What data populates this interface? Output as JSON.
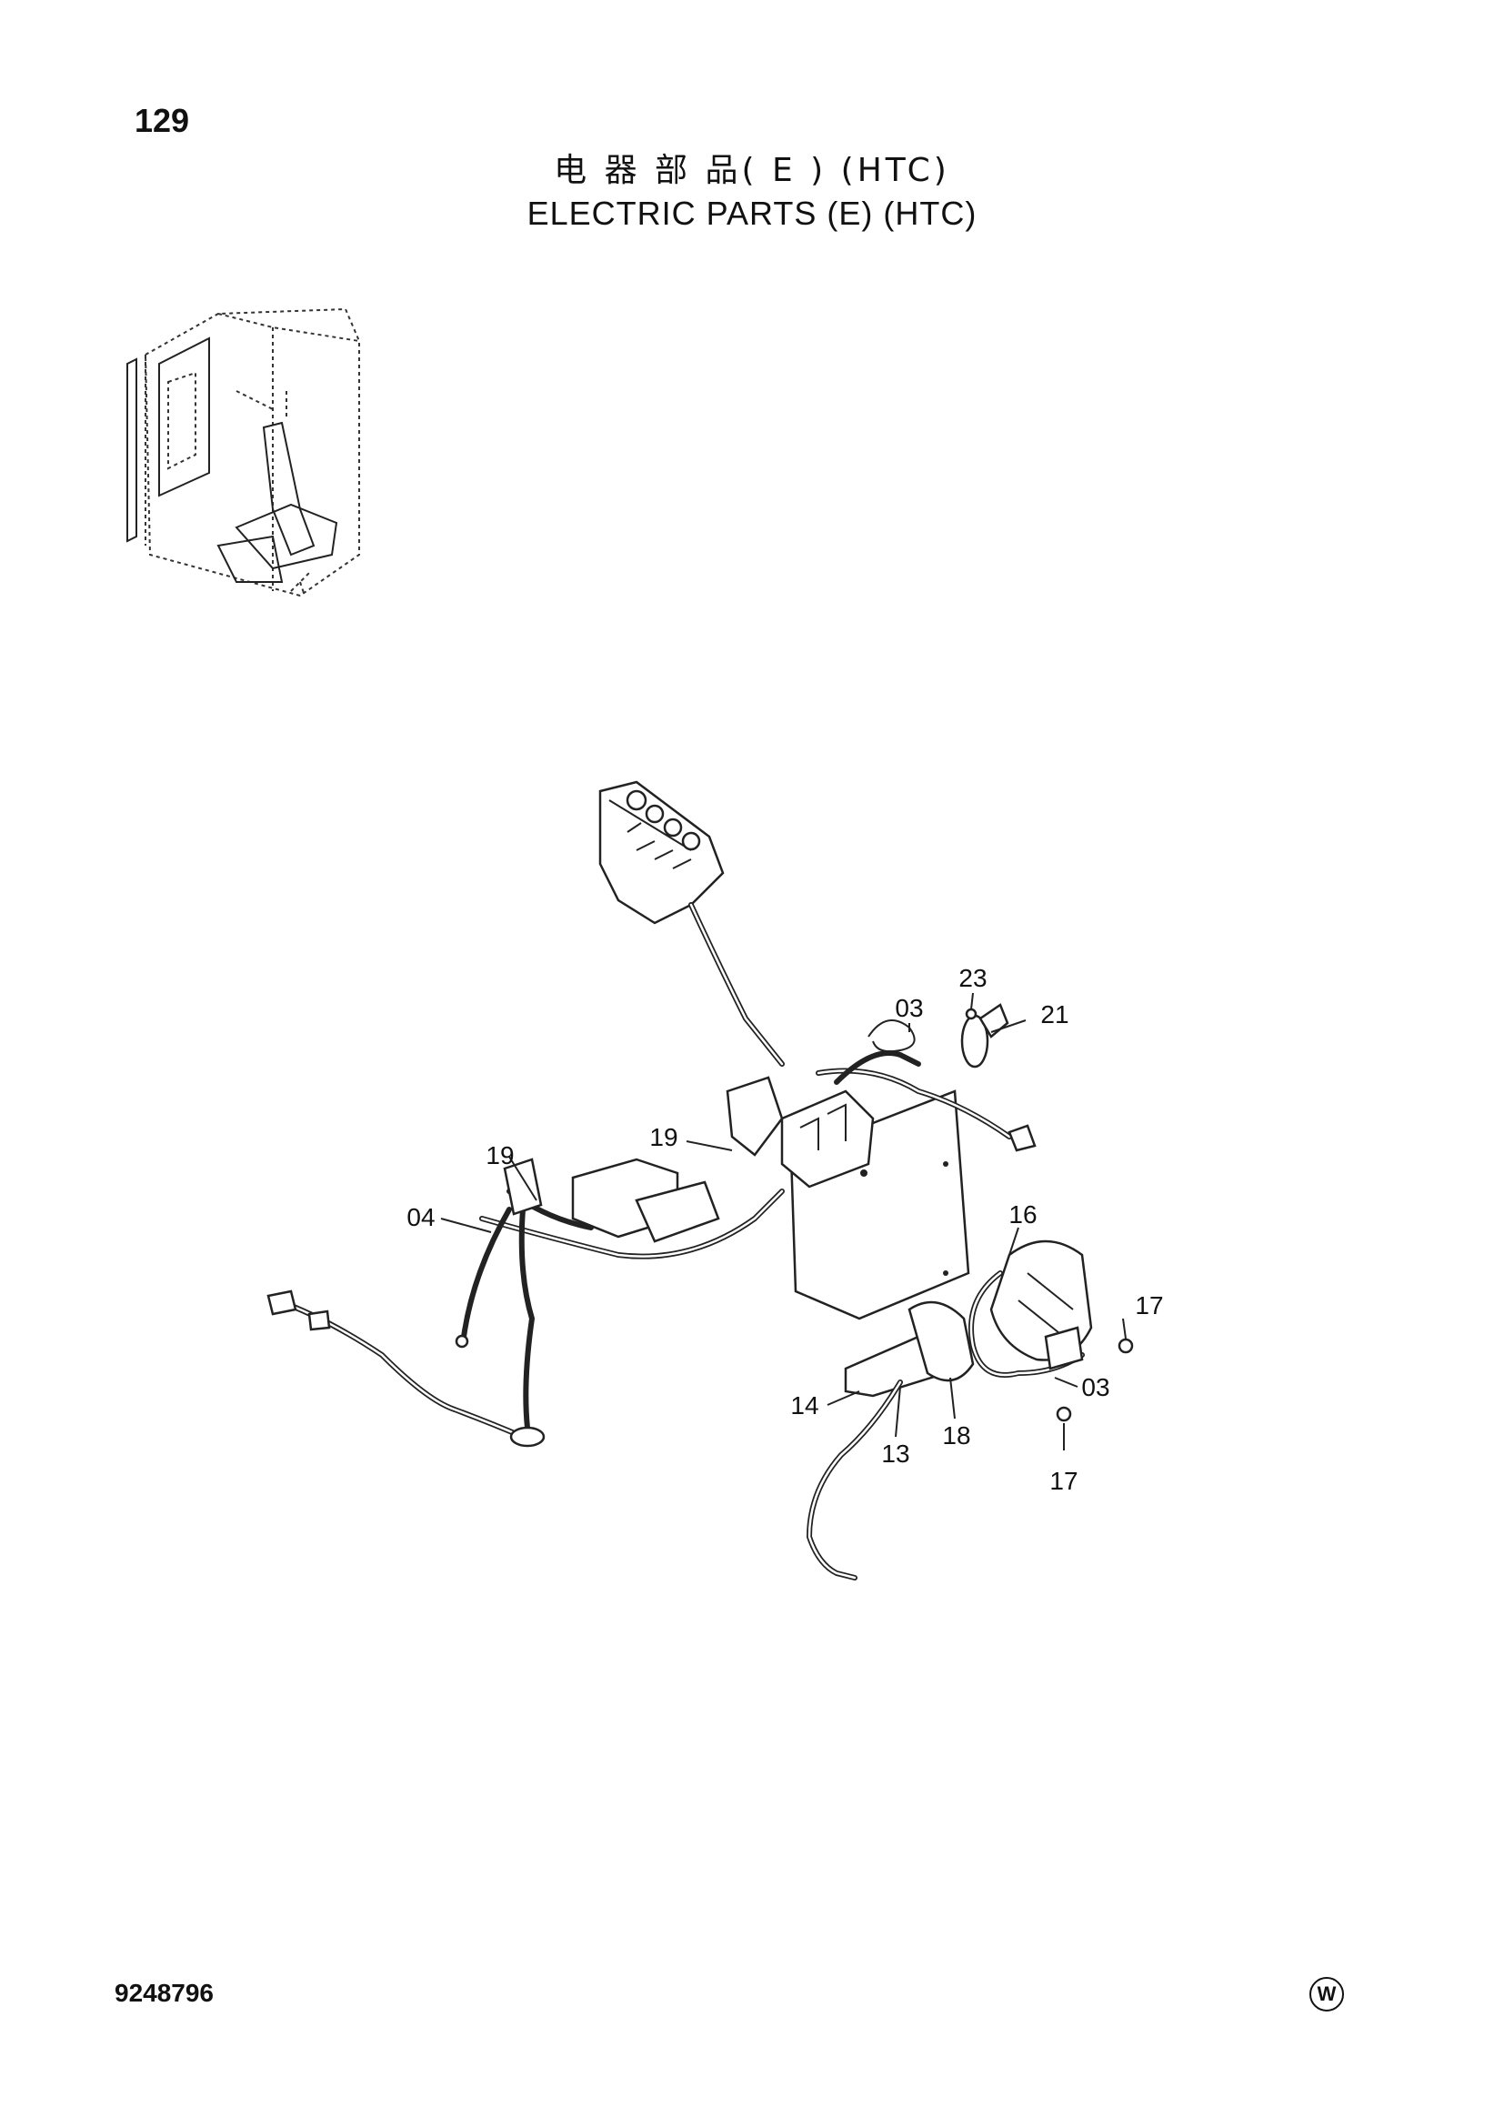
{
  "header": {
    "page_number": "129",
    "title_zh": "电 器 部 品( E ) (HTC)",
    "title_en": "ELECTRIC  PARTS  (E) (HTC)"
  },
  "footer": {
    "doc_code": "9248796",
    "mark": "W"
  },
  "callouts": [
    {
      "id": "c23",
      "label": "23"
    },
    {
      "id": "c03a",
      "label": "03"
    },
    {
      "id": "c21",
      "label": "21"
    },
    {
      "id": "c19a",
      "label": "19"
    },
    {
      "id": "c19b",
      "label": "19"
    },
    {
      "id": "c04",
      "label": "04"
    },
    {
      "id": "c16",
      "label": "16"
    },
    {
      "id": "c17a",
      "label": "17"
    },
    {
      "id": "c03b",
      "label": "03"
    },
    {
      "id": "c14",
      "label": "14"
    },
    {
      "id": "c13",
      "label": "13"
    },
    {
      "id": "c18",
      "label": "18"
    },
    {
      "id": "c17b",
      "label": "17"
    }
  ]
}
